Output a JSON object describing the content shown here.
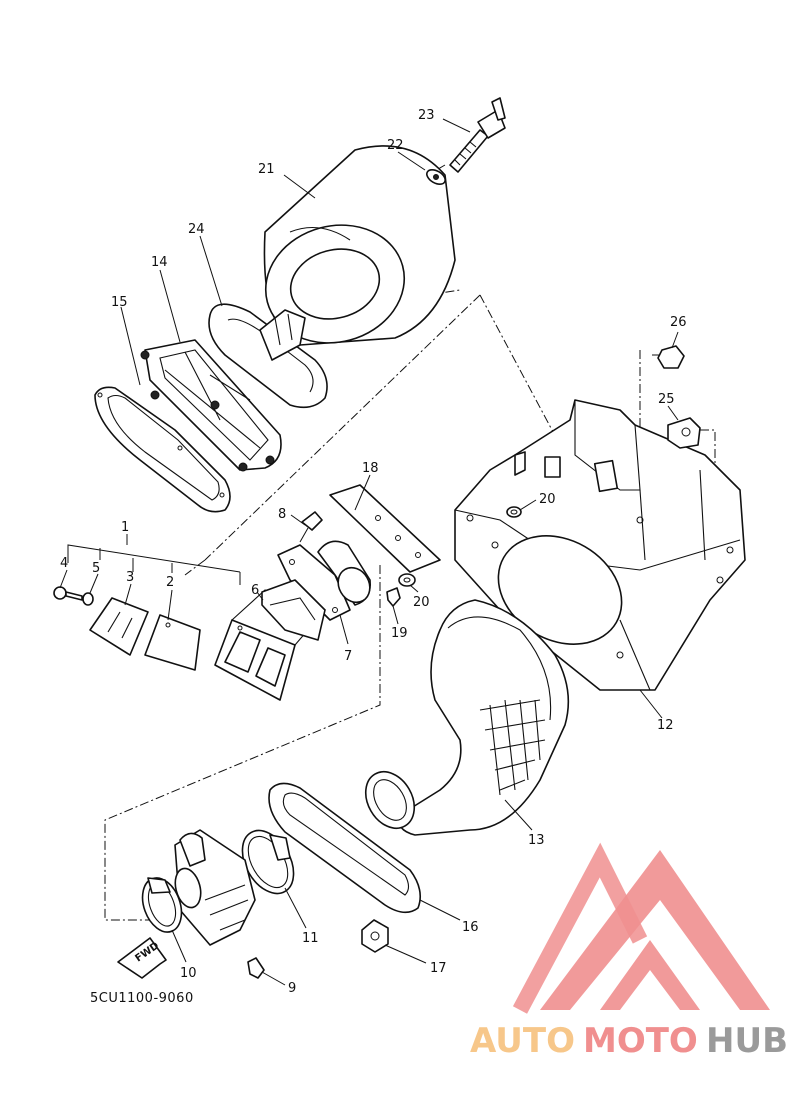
{
  "diagram": {
    "part_code": "5CU1100-9060",
    "fwd_label": "FWD",
    "callouts": [
      {
        "id": "1",
        "text": "1"
      },
      {
        "id": "2",
        "text": "2"
      },
      {
        "id": "3",
        "text": "3"
      },
      {
        "id": "4",
        "text": "4"
      },
      {
        "id": "5",
        "text": "5"
      },
      {
        "id": "6",
        "text": "6"
      },
      {
        "id": "7",
        "text": "7"
      },
      {
        "id": "8",
        "text": "8"
      },
      {
        "id": "9",
        "text": "9"
      },
      {
        "id": "10",
        "text": "10"
      },
      {
        "id": "11",
        "text": "11"
      },
      {
        "id": "12",
        "text": "12"
      },
      {
        "id": "13",
        "text": "13"
      },
      {
        "id": "14",
        "text": "14"
      },
      {
        "id": "15",
        "text": "15"
      },
      {
        "id": "16",
        "text": "16"
      },
      {
        "id": "17",
        "text": "17"
      },
      {
        "id": "18",
        "text": "18"
      },
      {
        "id": "19",
        "text": "19"
      },
      {
        "id": "20a",
        "text": "20"
      },
      {
        "id": "20b",
        "text": "20"
      },
      {
        "id": "21",
        "text": "21"
      },
      {
        "id": "22",
        "text": "22"
      },
      {
        "id": "23",
        "text": "23"
      },
      {
        "id": "24",
        "text": "24"
      },
      {
        "id": "25",
        "text": "25"
      },
      {
        "id": "26",
        "text": "26"
      }
    ]
  },
  "watermark": {
    "word_part1": "AUTO",
    "word_part2": "MOTO",
    "word_part3": "HUB",
    "color_light": "#f7c78a",
    "color_red": "#f08f8f",
    "color_gray": "#9a9a9a"
  }
}
